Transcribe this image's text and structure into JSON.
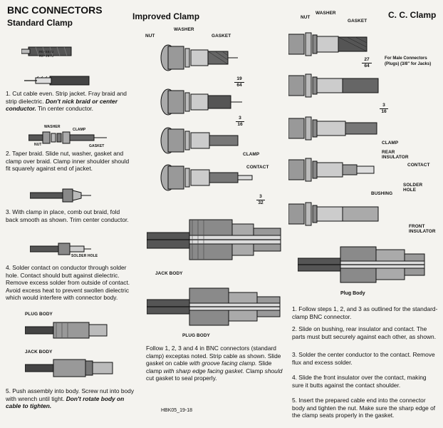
{
  "header": {
    "title": "BNC CONNECTORS",
    "standard": "Standard Clamp",
    "improved": "Improved Clamp",
    "cc": "C. C. Clamp"
  },
  "standard": {
    "cable_label_1": "RG-58/U",
    "cable_label_2": "RG-59/U",
    "step1_a": "1. Cut cable even. Strip jacket. Fray braid and strip dielectric.",
    "step1_b": "Don't nick braid or center conductor.",
    "step1_c": "Tin center conductor.",
    "step2_a": "2. Taper braid. Slide nut, washer, gasket and clamp over braid. Clamp inner shoulder should fit squarely against end of jacket.",
    "step3_a": "3. With clamp in place, comb out braid, fold back smooth as shown. Trim center conductor.",
    "step4_a": "4. Solder contact on conductor through solder hole. Contact should butt against dielectric. Remove excess solder from outside of contact. Avoid excess heat to prevent swollen dielectric which would interfere with connector body.",
    "step5_a": "5. Push assembly into body. Screw nut into body with wrench until tight.",
    "step5_b": "Don't rotate body on cable to tighten.",
    "lbl_washer": "WASHER",
    "lbl_clamp": "CLAMP",
    "lbl_nut": "NUT",
    "lbl_gasket": "GASKET",
    "lbl_solder_hole": "SOLDER HOLE",
    "lbl_plug_body": "PLUG BODY",
    "lbl_jack_body": "JACK BODY"
  },
  "improved": {
    "lbl_nut": "NUT",
    "lbl_washer": "WASHER",
    "lbl_gasket": "GASKET",
    "lbl_clamp": "CLAMP",
    "lbl_contact": "CONTACT",
    "lbl_jack_body": "JACK BODY",
    "lbl_plug_body": "PLUG BODY",
    "dim1_num": "19",
    "dim1_den": "64",
    "dim2_num": "3",
    "dim2_den": "16",
    "dim3_num": "3",
    "dim3_den": "32",
    "text_a": "Follow 1, 2, 3 and 4 in BNC connectors (standard clamp) exceptas noted. Strip cable as shown. Slide gasket on cable",
    "text_b": "with groove facing clamp.",
    "text_c": "Slide clamp",
    "text_d": "with sharp edge facing gasket.",
    "text_e": "Clamp",
    "text_f": "should",
    "text_g": "cut gasket to seal properly."
  },
  "cc": {
    "lbl_nut": "NUT",
    "lbl_washer": "WASHER",
    "lbl_gasket": "GASKET",
    "dim1_num": "27",
    "dim1_den": "64",
    "dim2_num": "3",
    "dim2_den": "16",
    "note": "For Male Connectors (Plugs) (3/8\" for Jacks)",
    "lbl_clamp": "CLAMP",
    "lbl_rear_insulator": "REAR INSULATOR",
    "lbl_contact": "CONTACT",
    "lbl_solder_hole": "SOLDER HOLE",
    "lbl_bushing": "BUSHING",
    "lbl_front_insulator": "FRONT INSULATOR",
    "lbl_plug_body": "Plug Body",
    "step1": "1. Follow steps 1, 2, and 3 as outlined for the standard-clamp BNC connector.",
    "step2": "2. Slide on bushing, rear insulator and contact. The parts must butt securely against each other, as shown.",
    "step3": "3. Solder the center conductor to the contact. Remove flux and excess solder.",
    "step4": "4. Slide the front insulator over the contact, making sure it butts against the contact shoulder.",
    "step5": "5. Insert the prepared cable end into the connector body and tighten the nut. Make sure the sharp edge of the clamp seats properly in the gasket."
  },
  "footer": {
    "code": "HBK05_19-18"
  }
}
